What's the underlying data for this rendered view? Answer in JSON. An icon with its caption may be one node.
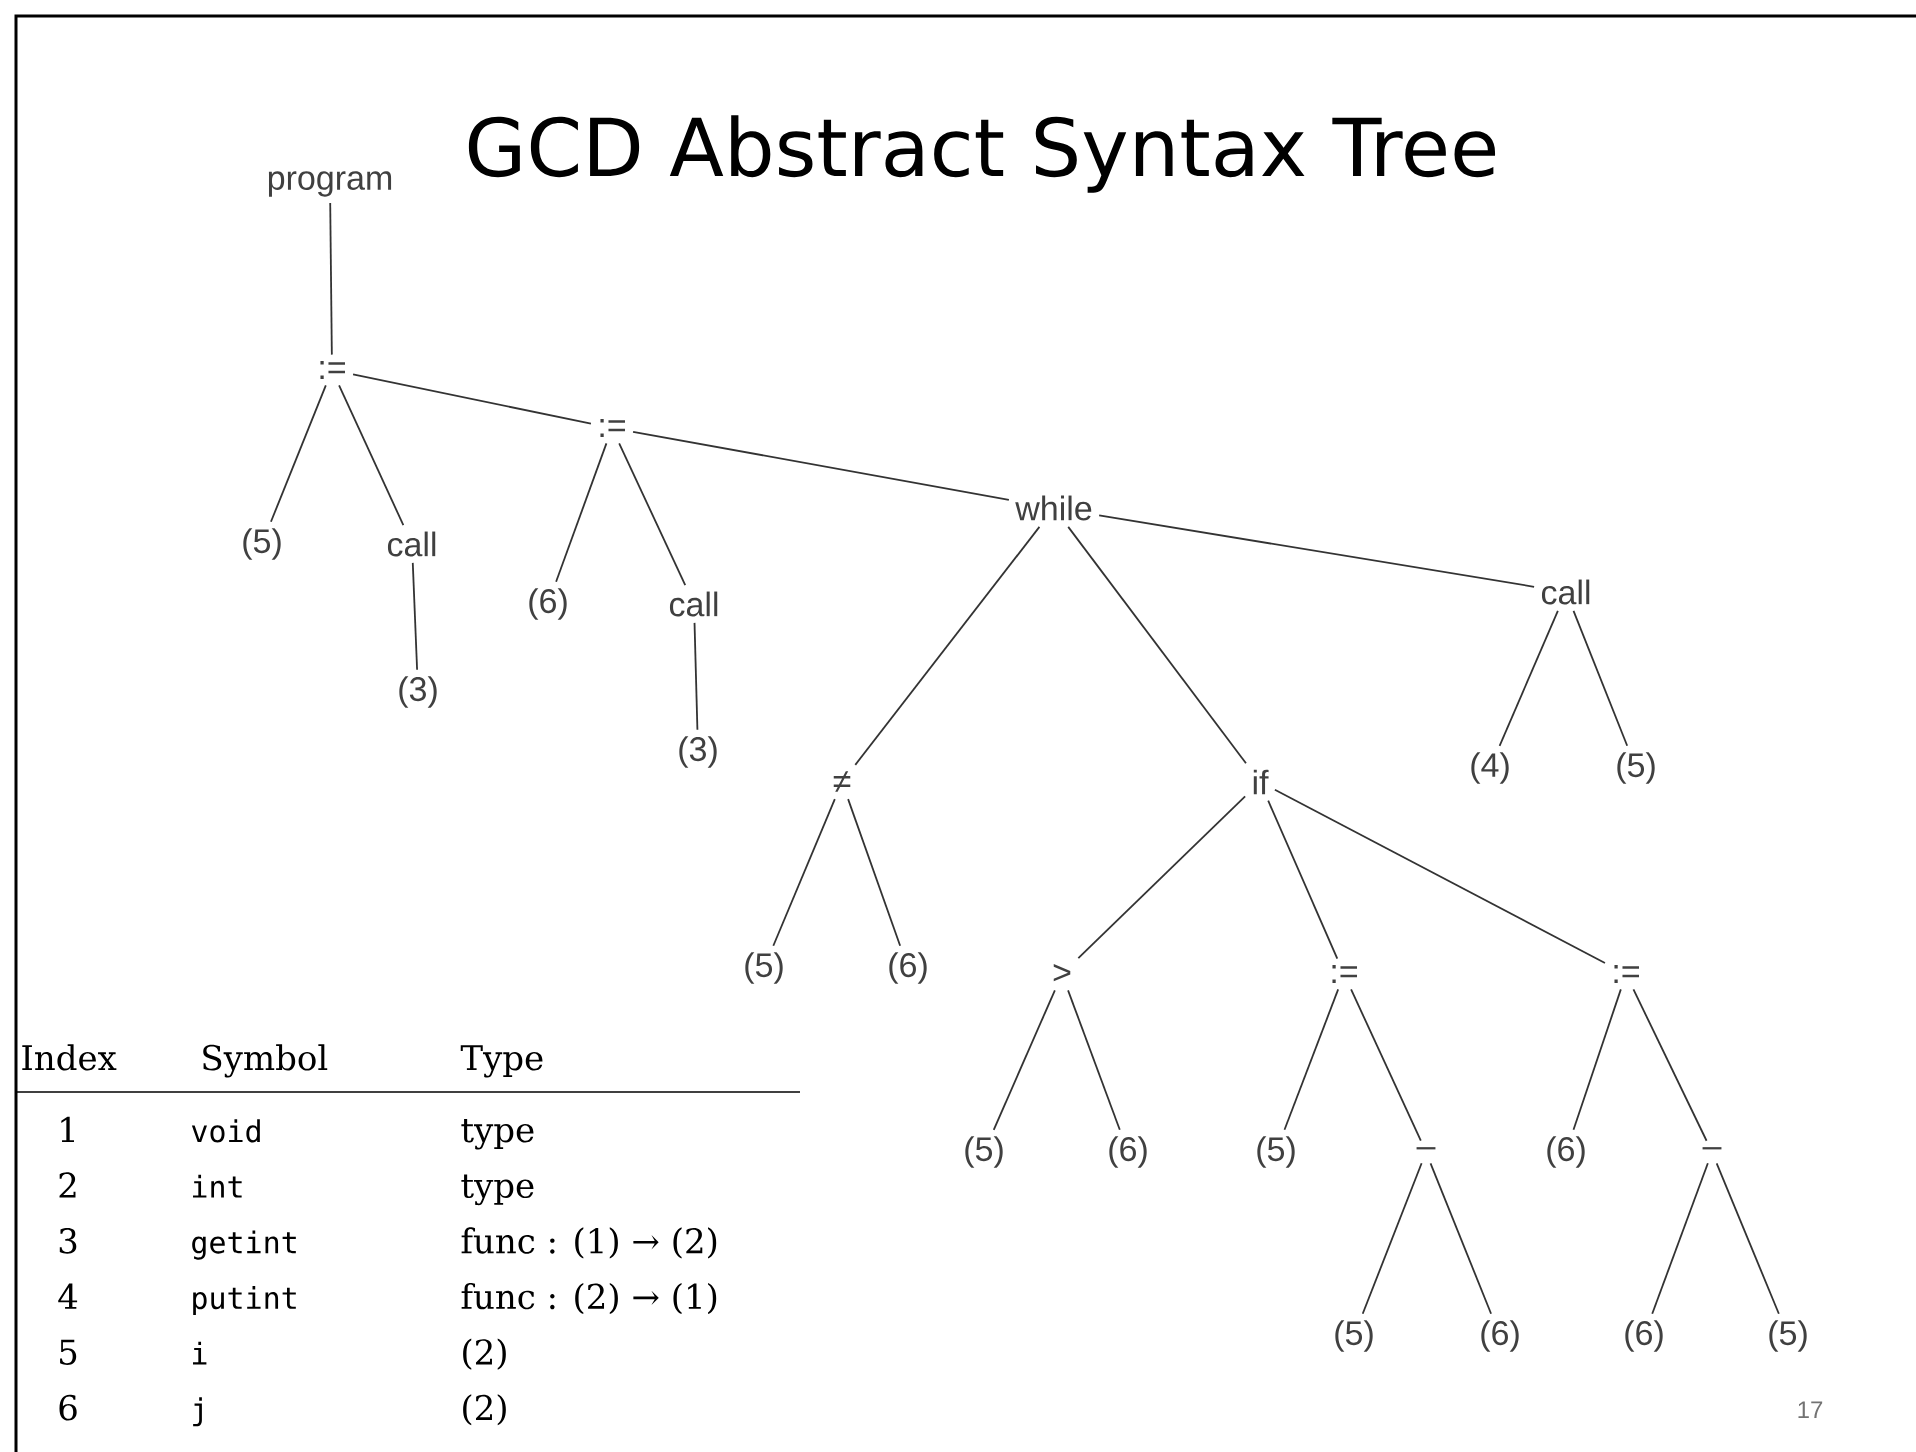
{
  "diagram": {
    "title": "GCD Abstract Syntax Tree",
    "nodes": [
      {
        "text": [
          "program"
        ]
      },
      {
        "text": [
          ":="
        ]
      },
      {
        "text": [
          "(5)"
        ]
      },
      {
        "text": [
          "call"
        ]
      },
      {
        "text": [
          "(3)"
        ]
      },
      {
        "text": [
          ":="
        ]
      },
      {
        "text": [
          "(6)"
        ]
      },
      {
        "text": [
          "call"
        ]
      },
      {
        "text": [
          "(3)"
        ]
      },
      {
        "text": [
          "while"
        ]
      },
      {
        "text": [
          "≠"
        ]
      },
      {
        "text": [
          "(5)"
        ]
      },
      {
        "text": [
          "(6)"
        ]
      },
      {
        "text": [
          "if"
        ]
      },
      {
        "text": [
          "call"
        ]
      },
      {
        "text": [
          "(4)"
        ]
      },
      {
        "text": [
          "(5)"
        ]
      },
      {
        "text": [
          ">"
        ]
      },
      {
        "text": [
          ":="
        ]
      },
      {
        "text": [
          ":="
        ]
      },
      {
        "text": [
          "(5)"
        ]
      },
      {
        "text": [
          "(6)"
        ]
      },
      {
        "text": [
          "(5)"
        ]
      },
      {
        "text": [
          "–"
        ]
      },
      {
        "text": [
          "(6)"
        ]
      },
      {
        "text": [
          "–"
        ]
      },
      {
        "text": [
          "(5)"
        ]
      },
      {
        "text": [
          "(6)"
        ]
      },
      {
        "text": [
          "(6)"
        ]
      },
      {
        "text": [
          "(5)"
        ]
      }
    ],
    "edges": [
      {
        "from": 0,
        "to": 1,
        "arrow": "none"
      },
      {
        "from": 1,
        "to": 2,
        "arrow": "none"
      },
      {
        "from": 1,
        "to": 3,
        "arrow": "none"
      },
      {
        "from": 3,
        "to": 4,
        "arrow": "none"
      },
      {
        "from": 1,
        "to": 5,
        "arrow": "none"
      },
      {
        "from": 5,
        "to": 6,
        "arrow": "none"
      },
      {
        "from": 5,
        "to": 7,
        "arrow": "none"
      },
      {
        "from": 7,
        "to": 8,
        "arrow": "none"
      },
      {
        "from": 5,
        "to": 9,
        "arrow": "none"
      },
      {
        "from": 9,
        "to": 10,
        "arrow": "none"
      },
      {
        "from": 9,
        "to": 13,
        "arrow": "none"
      },
      {
        "from": 9,
        "to": 14,
        "arrow": "none"
      },
      {
        "from": 10,
        "to": 11,
        "arrow": "none"
      },
      {
        "from": 10,
        "to": 12,
        "arrow": "none"
      },
      {
        "from": 14,
        "to": 15,
        "arrow": "none"
      },
      {
        "from": 14,
        "to": 16,
        "arrow": "none"
      },
      {
        "from": 13,
        "to": 17,
        "arrow": "none"
      },
      {
        "from": 13,
        "to": 18,
        "arrow": "none"
      },
      {
        "from": 13,
        "to": 19,
        "arrow": "none"
      },
      {
        "from": 17,
        "to": 20,
        "arrow": "none"
      },
      {
        "from": 17,
        "to": 21,
        "arrow": "none"
      },
      {
        "from": 18,
        "to": 22,
        "arrow": "none"
      },
      {
        "from": 18,
        "to": 23,
        "arrow": "none"
      },
      {
        "from": 19,
        "to": 24,
        "arrow": "none"
      },
      {
        "from": 19,
        "to": 25,
        "arrow": "none"
      },
      {
        "from": 23,
        "to": 26,
        "arrow": "none"
      },
      {
        "from": 23,
        "to": 27,
        "arrow": "none"
      },
      {
        "from": 25,
        "to": 28,
        "arrow": "none"
      },
      {
        "from": 25,
        "to": 29,
        "arrow": "none"
      }
    ],
    "labels": [
      "Index",
      "Symbol",
      "Type",
      "1",
      "void",
      "type",
      "2",
      "int",
      "type",
      "3",
      "getint",
      "func : (1) → (2)",
      "4",
      "putint",
      "func : (2) → (1)",
      "5",
      "i",
      "(2)",
      "6",
      "j",
      "(2)",
      "17"
    ]
  }
}
